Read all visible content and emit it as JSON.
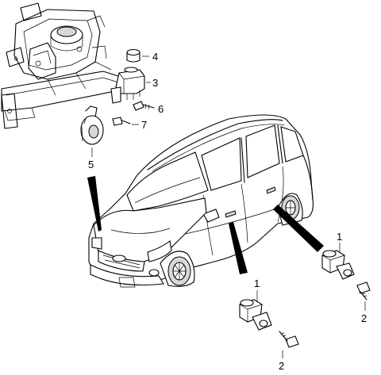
{
  "diagram": {
    "callouts": [
      {
        "id": "4",
        "label": "4"
      },
      {
        "id": "3",
        "label": "3"
      },
      {
        "id": "6",
        "label": "6"
      },
      {
        "id": "7",
        "label": "7"
      },
      {
        "id": "5",
        "label": "5"
      },
      {
        "id": "1a",
        "label": "1"
      },
      {
        "id": "2a",
        "label": "2"
      },
      {
        "id": "1b",
        "label": "1"
      },
      {
        "id": "2b",
        "label": "2"
      }
    ]
  }
}
